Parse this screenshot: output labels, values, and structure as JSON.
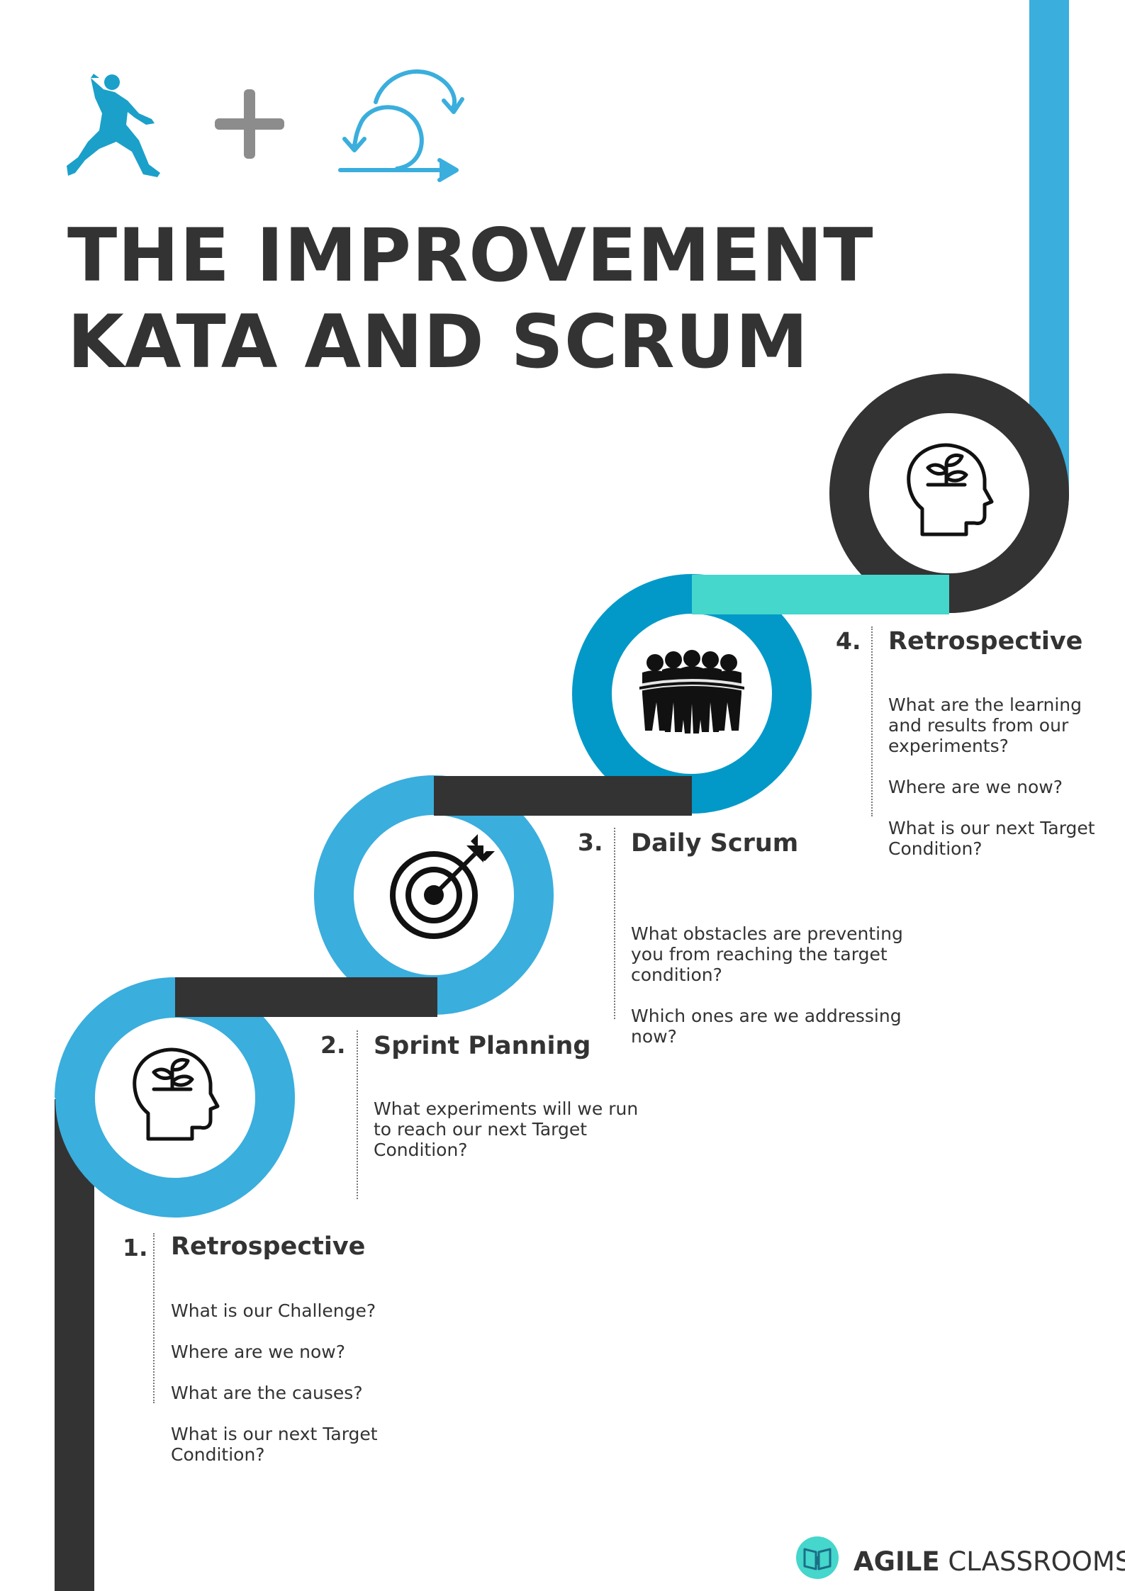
{
  "title": {
    "line1": "THE IMPROVEMENT",
    "line2": "KATA AND SCRUM"
  },
  "header_icons": [
    "kata-martial-artist-icon",
    "plus-icon",
    "scrum-cycle-icon"
  ],
  "steps": [
    {
      "number": "1.",
      "title": "Retrospective",
      "icon": "head-sprout-icon",
      "ring_color": "#3aaedd",
      "questions": [
        "What is our Challenge?",
        "Where are we now?",
        "What are the causes?",
        "What is our next Target Condition?"
      ]
    },
    {
      "number": "2.",
      "title": "Sprint Planning",
      "icon": "target-arrow-icon",
      "ring_color": "#3aaedd",
      "questions": [
        "What experiments will we run to reach our next Target Condition?"
      ]
    },
    {
      "number": "3.",
      "title": "Daily Scrum",
      "icon": "team-huddle-icon",
      "ring_color": "#0299c8",
      "questions": [
        "What obstacles are preventing you from reaching the target condition?",
        "Which ones are we addressing now?"
      ]
    },
    {
      "number": "4.",
      "title": "Retrospective",
      "icon": "head-sprout-icon",
      "ring_color": "#333333",
      "questions": [
        "What are the learning and results from our experiments?",
        "Where are we now?",
        "What is our next Target Condition?"
      ]
    }
  ],
  "brand": {
    "bold": "AGILE",
    "regular": " CLASSROOMS",
    "icon": "open-book-icon"
  },
  "colors": {
    "dark": "#333333",
    "blue": "#3aaedd",
    "deep_blue": "#0299c8",
    "teal": "#45d6cc",
    "icon_blue": "#1ba0c9",
    "plus_gray": "#8c8c8c"
  }
}
